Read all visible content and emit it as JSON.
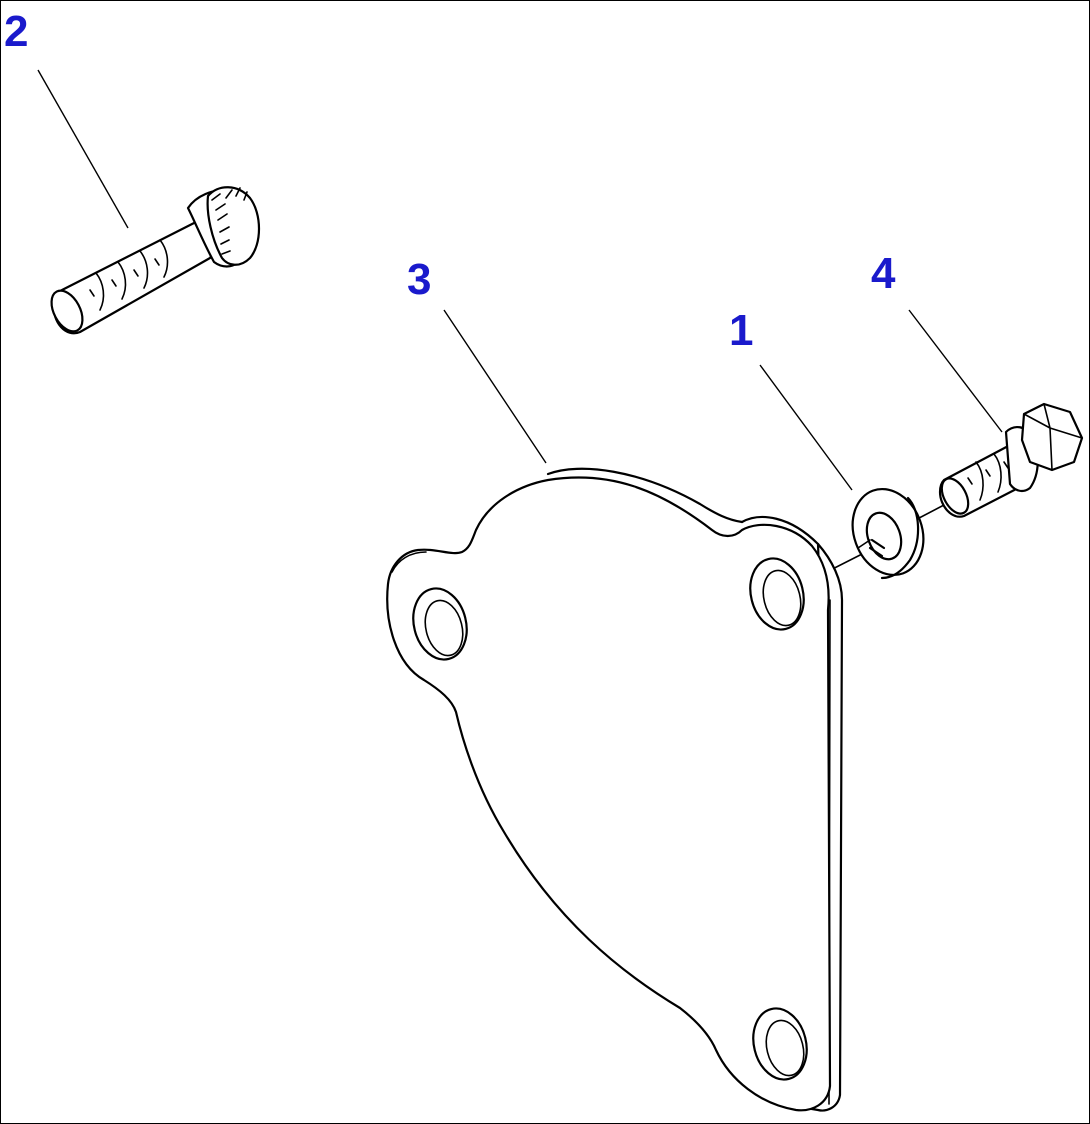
{
  "diagram": {
    "callout_color": "#1a1acc",
    "line_color": "#000000",
    "callouts": [
      {
        "id": "callout-2",
        "label": "2"
      },
      {
        "id": "callout-3",
        "label": "3"
      },
      {
        "id": "callout-1",
        "label": "1"
      },
      {
        "id": "callout-4",
        "label": "4"
      }
    ],
    "parts": [
      {
        "id": "part-flange-bolt",
        "icon": "flange-bolt-icon"
      },
      {
        "id": "part-cover-plate",
        "icon": "cover-plate-icon"
      },
      {
        "id": "part-spring-washer",
        "icon": "spring-washer-icon"
      },
      {
        "id": "part-hex-bolt",
        "icon": "hex-bolt-icon"
      }
    ]
  }
}
